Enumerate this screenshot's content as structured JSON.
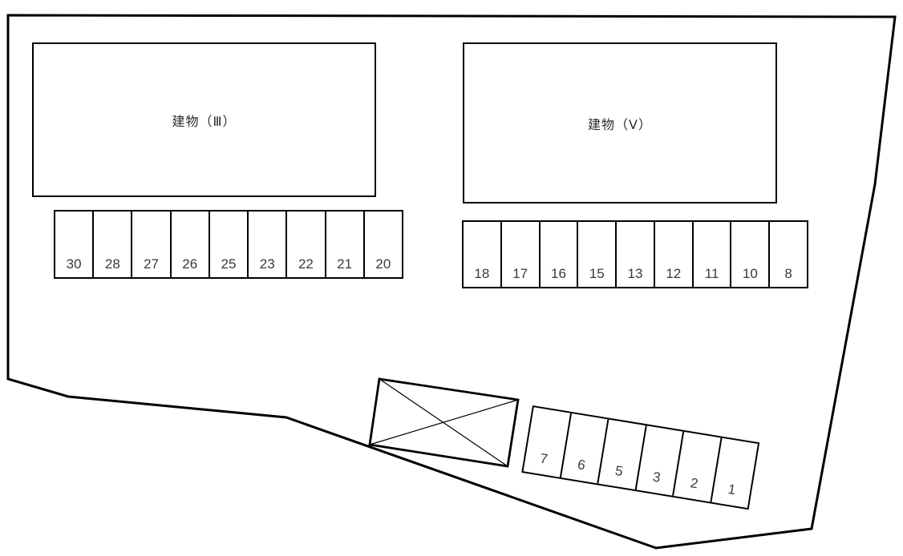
{
  "diagram": {
    "title": "site-parking-plan",
    "colors": {
      "background": "#ffffff",
      "line": "#000000",
      "text": "#3a3a3a"
    },
    "buildings": {
      "left": {
        "label": "建物（Ⅲ）"
      },
      "right": {
        "label": "建物（Ⅴ）"
      }
    },
    "parking": {
      "upper_left_row": {
        "spaces": [
          "30",
          "28",
          "27",
          "26",
          "25",
          "23",
          "22",
          "21",
          "20"
        ]
      },
      "upper_right_row": {
        "spaces": [
          "18",
          "17",
          "16",
          "15",
          "13",
          "12",
          "11",
          "10",
          "8"
        ]
      },
      "lower_diagonal_row": {
        "spaces": [
          "7",
          "6",
          "5",
          "3",
          "2",
          "1"
        ]
      }
    }
  }
}
